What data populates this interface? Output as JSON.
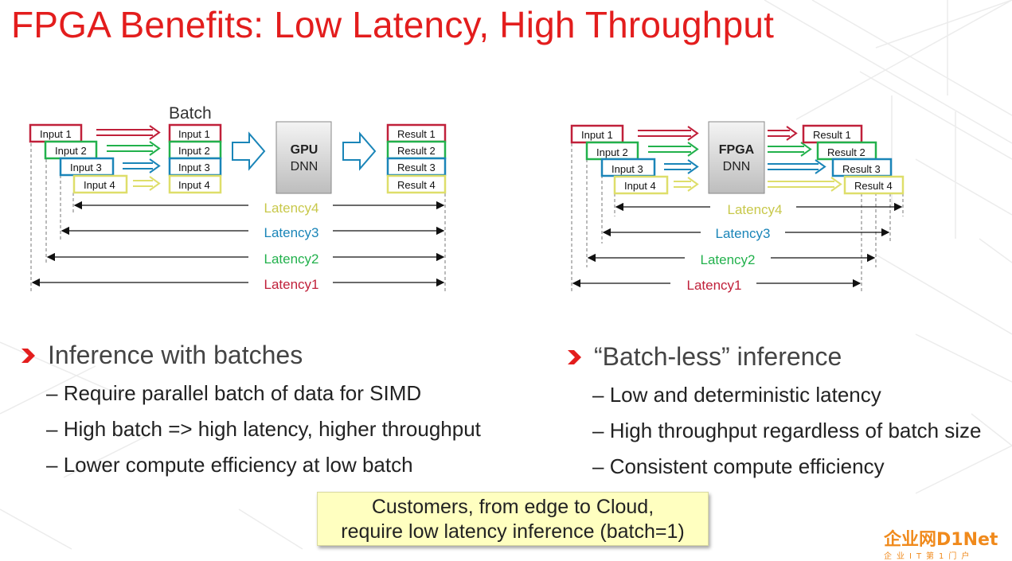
{
  "title": "FPGA Benefits: Low Latency, High Throughput",
  "left": {
    "batch_label": "Batch",
    "inputs": [
      "Input 1",
      "Input 2",
      "Input 3",
      "Input 4"
    ],
    "batch_inputs": [
      "Input 1",
      "Input 2",
      "Input 3",
      "Input 4"
    ],
    "processor_line1": "GPU",
    "processor_line2": "DNN",
    "results": [
      "Result 1",
      "Result 2",
      "Result 3",
      "Result 4"
    ],
    "latencies": [
      "Latency4",
      "Latency3",
      "Latency2",
      "Latency1"
    ]
  },
  "right": {
    "inputs": [
      "Input 1",
      "Input 2",
      "Input 3",
      "Input 4"
    ],
    "processor_line1": "FPGA",
    "processor_line2": "DNN",
    "results": [
      "Result 1",
      "Result 2",
      "Result 3",
      "Result 4"
    ],
    "latencies": [
      "Latency4",
      "Latency3",
      "Latency2",
      "Latency1"
    ]
  },
  "colors": {
    "red": "#c0203a",
    "green": "#22b14c",
    "blue": "#1a85b8",
    "yellow": "#dede6a",
    "latency4": "#c8c84a",
    "title": "#e31d1d"
  },
  "bullets_left": {
    "heading": "Inference with batches",
    "items": [
      "Require parallel batch of data  for SIMD",
      "High batch => high latency, higher throughput",
      "Lower compute efficiency at low batch"
    ]
  },
  "bullets_right": {
    "heading": "“Batch-less” inference",
    "items": [
      "Low and deterministic latency",
      "High throughput regardless of batch size",
      "Consistent compute efficiency"
    ]
  },
  "callout": {
    "line1": "Customers, from edge to Cloud,",
    "line2": "require low latency inference (batch=1)"
  },
  "logo": {
    "main": "企业网D1Net",
    "sub": "企业IT第1门户"
  }
}
